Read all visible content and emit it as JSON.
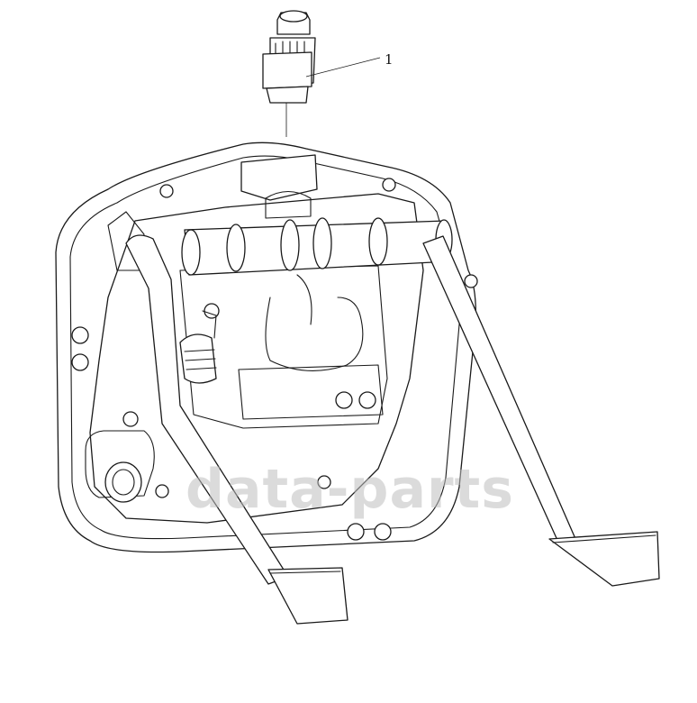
{
  "diagram": {
    "callouts": [
      {
        "label": "1",
        "part": "pedal-switch-sensor"
      }
    ]
  },
  "watermark": {
    "text": "data-parts",
    "color": "#d9d9d9"
  }
}
